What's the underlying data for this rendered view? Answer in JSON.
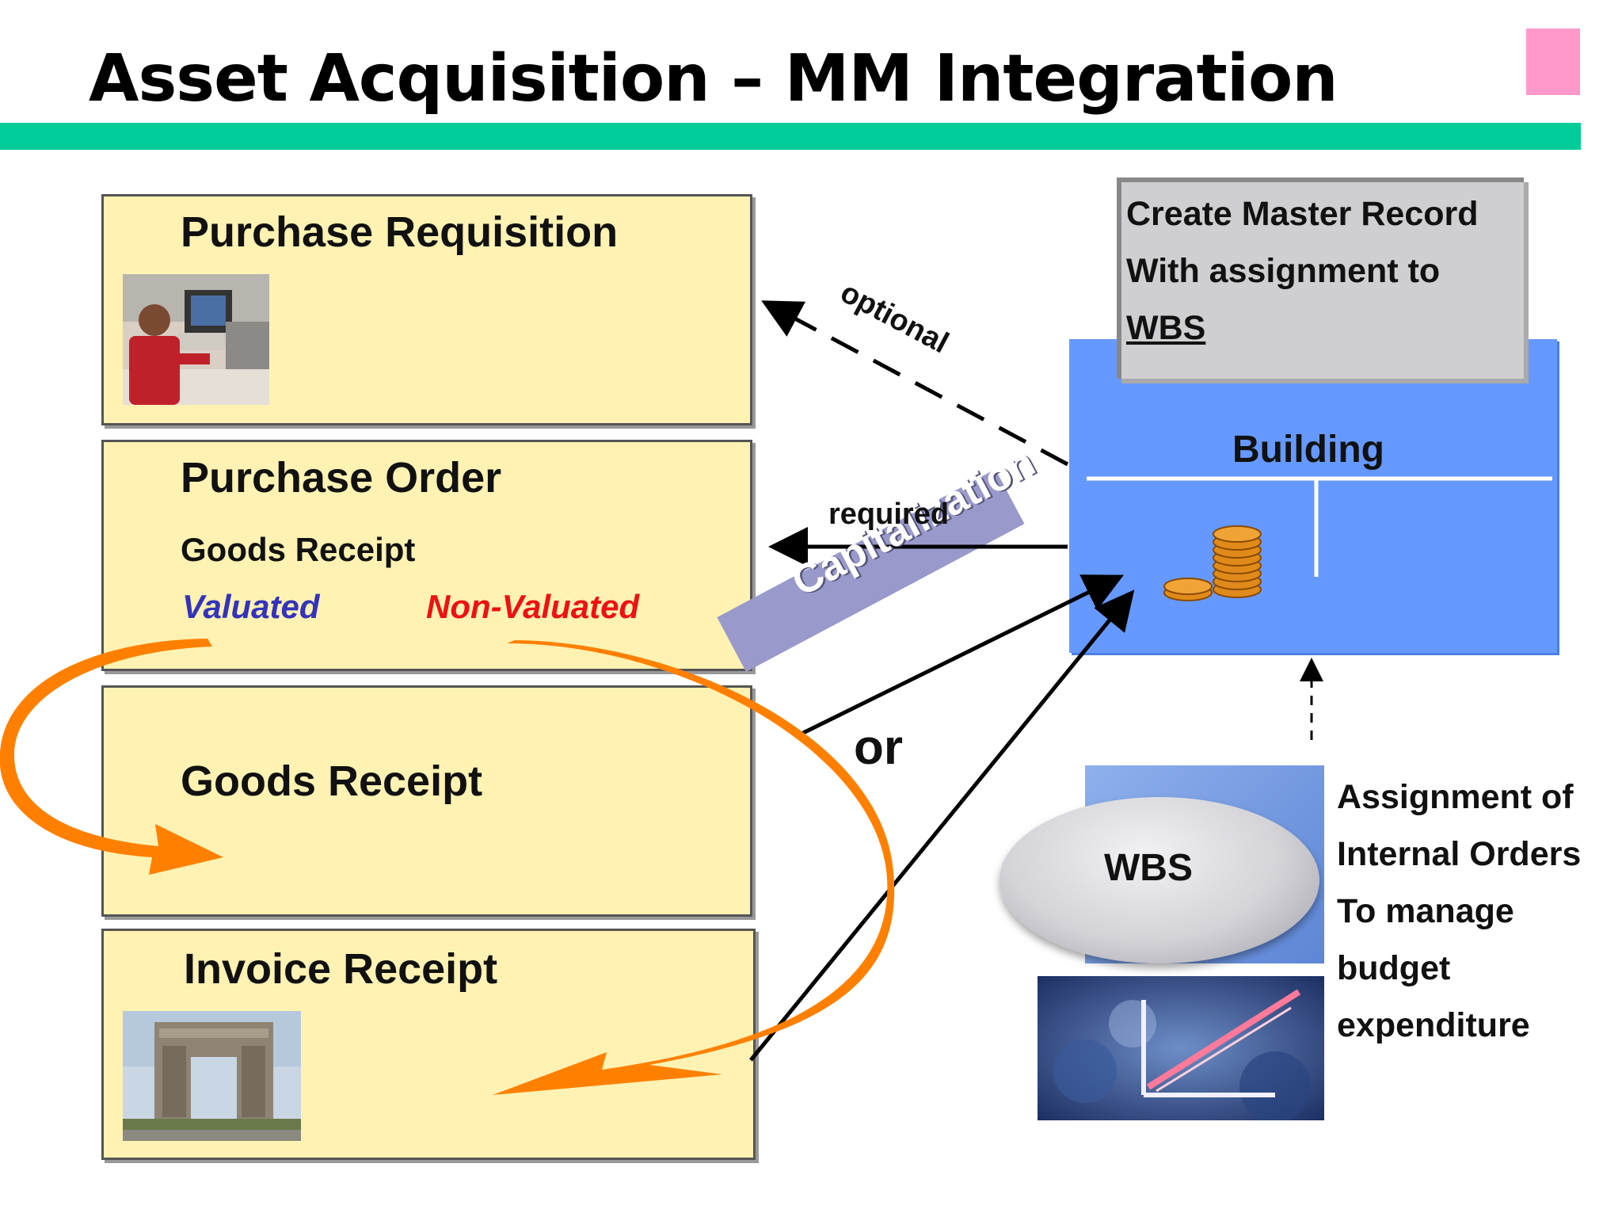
{
  "title": "Asset Acquisition – MM Integration",
  "steps": {
    "purchase_requisition": "Purchase Requisition",
    "purchase_order": "Purchase Order",
    "goods_receipt_sub": "Goods Receipt",
    "valuated": "Valuated",
    "non_valuated": "Non-Valuated",
    "goods_receipt": "Goods Receipt",
    "invoice_receipt": "Invoice Receipt"
  },
  "arrows": {
    "optional": "optional",
    "required": "required",
    "capitalization": "Capitalization",
    "or": "or"
  },
  "master_record": {
    "line1": "Create Master Record",
    "line2": "With assignment to",
    "line3": "WBS"
  },
  "asset": {
    "label": "Building"
  },
  "wbs": {
    "label": "WBS"
  },
  "assignment_note": {
    "lines": [
      "Assignment of",
      "Internal Orders",
      "To manage",
      "budget",
      "expenditure"
    ]
  },
  "colors": {
    "rule": "#00cc99",
    "box_fill": "#fff2b3",
    "valuated": "#3333bb",
    "non_valuated": "#ee1111",
    "flow_arrow": "#ff8000",
    "asset_box": "#6699ff",
    "capitalization_band": "#9999cc",
    "corner_marker": "#ff99cc"
  }
}
